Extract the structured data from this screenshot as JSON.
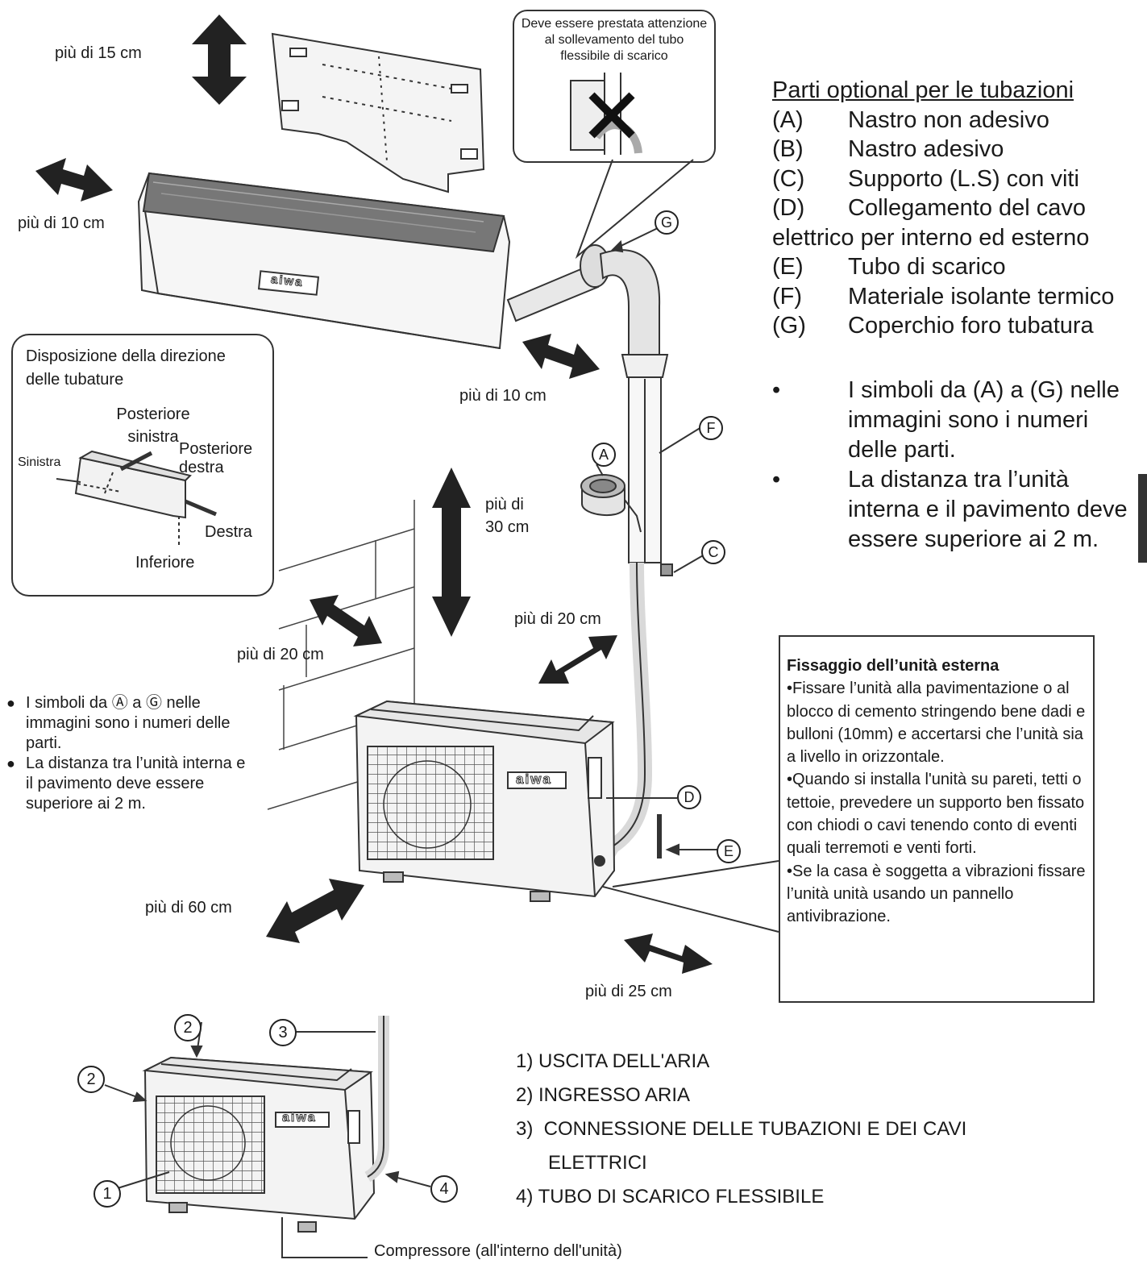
{
  "labels": {
    "top_clearance": "più di 15 cm",
    "left_clearance": "più di 10 cm",
    "right_clearance": "più di 10 cm",
    "top_outdoor": "più di\n30 cm",
    "wall_side": "più di 20 cm",
    "right_side": "più di 20 cm",
    "front": "più di 60 cm",
    "right_front": "più di 25 cm"
  },
  "callout": {
    "text": "Deve essere prestata attenzione al sollevamento del tubo flessibile di scarico"
  },
  "optional_parts": {
    "title": "Parti optional per le tubazioni",
    "items": [
      {
        "code": "(A)",
        "label": "Nastro non adesivo"
      },
      {
        "code": "(B)",
        "label": "Nastro adesivo"
      },
      {
        "code": "(C)",
        "label": "Supporto (L.S) con viti"
      },
      {
        "code": "(D)",
        "label": "Collegamento del cavo"
      },
      {
        "code": "",
        "label": "elettrico per interno ed esterno"
      },
      {
        "code": "(E)",
        "label": "Tubo di scarico"
      },
      {
        "code": "(F)",
        "label": "Materiale isolante termico"
      },
      {
        "code": "(G)",
        "label": "Coperchio foro tubatura"
      }
    ]
  },
  "right_notes": [
    "I simboli da (A) a (G) nelle immagini sono i numeri delle parti.",
    "La distanza tra l’unità interna e il pavimento deve essere superiore ai 2 m."
  ],
  "direction_box": {
    "title": "Disposizione della direzione delle tubature",
    "rear_left": "Posteriore sinistra",
    "rear_right": "Posteriore destra",
    "left": "Sinistra",
    "right": "Destra",
    "bottom": "Inferiore"
  },
  "left_notes": [
    "I simboli da Ⓐ a Ⓖ nelle immagini sono i numeri delle parti.",
    "La distanza tra l’unità interna e il pavimento deve essere superiore ai 2 m."
  ],
  "fixing": {
    "title": "Fissaggio dell’unità esterna",
    "lines": [
      "•Fissare l’unità alla pavimentazione o al blocco di cemento stringendo bene dadi e bulloni (10mm) e accertarsi che l’unità sia a livello in orizzontale.",
      "•Quando si installa l'unità su pareti, tetti o tettoie, prevedere un supporto ben fissato con chiodi o cavi tenendo conto di eventi quali terremoti e venti forti.",
      "•Se la casa è soggetta a vibrazioni fissare l’unità unità usando un pannello antivibrazione."
    ]
  },
  "part_letters": [
    "G",
    "F",
    "A",
    "C",
    "D",
    "E"
  ],
  "brand": "aiwa",
  "bottom_parts": [
    "1) USCITA DELL'ARIA",
    "2) INGRESSO ARIA",
    "3)  CONNESSIONE DELLE TUBAZIONI E DEI CAVI",
    "      ELETTRICI",
    "4) TUBO DI SCARICO FLESSIBILE"
  ],
  "bottom_numbers": [
    "1",
    "2",
    "2",
    "3",
    "4"
  ],
  "compressor": "Compressore (all'interno dell'unità)"
}
